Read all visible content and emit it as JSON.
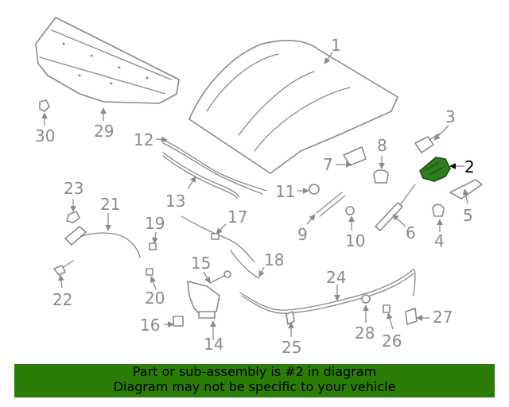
{
  "accent_color": "#2c7c08",
  "highlight_part": "2",
  "callouts": [
    "1",
    "2",
    "3",
    "4",
    "5",
    "6",
    "7",
    "8",
    "9",
    "10",
    "11",
    "12",
    "13",
    "14",
    "15",
    "16",
    "17",
    "18",
    "19",
    "20",
    "21",
    "22",
    "23",
    "24",
    "25",
    "26",
    "27",
    "28",
    "29",
    "30"
  ],
  "footer": {
    "line1": "Part or sub-assembly is #2 in diagram",
    "line2": "Diagram may not be specific to your vehicle"
  }
}
